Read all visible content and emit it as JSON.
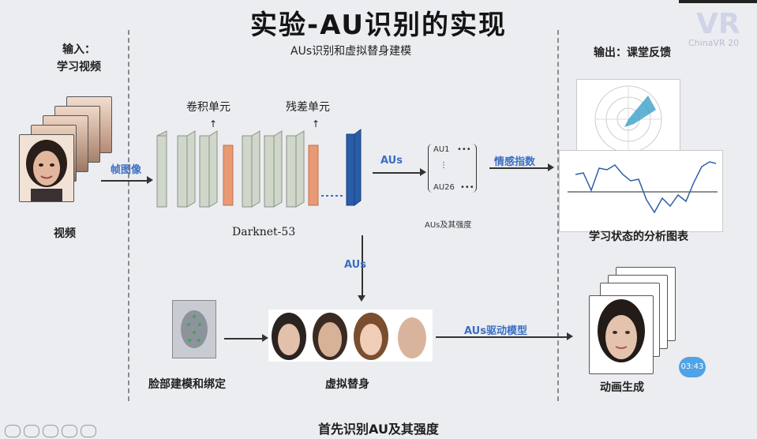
{
  "title": "实验-AU识别的实现",
  "logo": {
    "text": "ChinaVR 20",
    "mark": "VR"
  },
  "input": {
    "label1": "输入：",
    "label2": "学习视频",
    "video_caption": "视频",
    "frame_label": "帧图像"
  },
  "center": {
    "header": "AUs识别和虚拟替身建模",
    "conv_unit": "卷积单元",
    "residual_unit": "残差单元",
    "network": "Darknet-53",
    "aus_label": "AUs",
    "au_top": "AU1",
    "au_bottom": "AU26",
    "aus_strength": "AUs及其强度",
    "emotion_index": "情感指数",
    "aus_down": "AUs",
    "face_model": "脸部建模和绑定",
    "avatar": "虚拟替身",
    "aus_drive": "AUs驱动模型"
  },
  "output": {
    "header": "输出：课堂反馈",
    "analysis": "学习状态的分析图表",
    "animation": "动画生成"
  },
  "footer": "首先识别AU及其强度",
  "timer": "03:43",
  "colors": {
    "background": "#ecedf1",
    "conv": "#c9d4c6",
    "residual": "#e89a74",
    "final": "#2a5da8",
    "accent": "#3b6fc2"
  }
}
